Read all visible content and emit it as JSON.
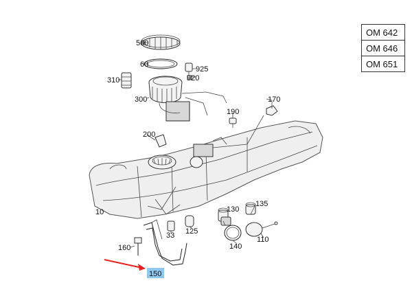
{
  "engine_table": {
    "rows": [
      "OM 642",
      "OM 646",
      "OM 651"
    ]
  },
  "callouts": {
    "p500": "500",
    "p60": "60",
    "p925": "925",
    "p920": "920",
    "p310": "310",
    "p300": "300",
    "p170": "170",
    "p190": "190",
    "p200": "200",
    "p10": "10",
    "p130": "130",
    "p135": "135",
    "p33": "33",
    "p125": "125",
    "p140": "140",
    "p110": "110",
    "p160": "160",
    "p150": "150"
  },
  "highlight": {
    "label_color": "#8ec8f0",
    "arrow_color": "#e8211d"
  }
}
